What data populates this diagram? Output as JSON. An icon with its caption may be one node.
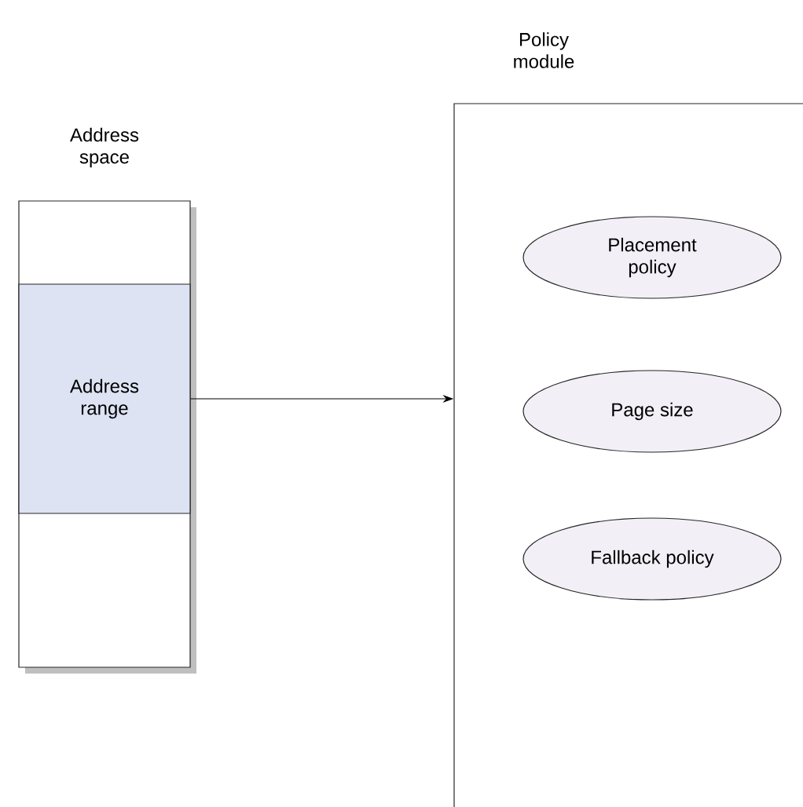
{
  "diagram": {
    "nodes": [
      {
        "text": [
          "Address space"
        ]
      },
      {
        "text": [
          "Address range"
        ],
        "in": 0
      },
      {
        "text": [
          "Policy module"
        ]
      },
      {
        "text": [
          "Placement policy"
        ],
        "in": 2
      },
      {
        "text": [
          "Page size"
        ],
        "in": 2
      },
      {
        "text": [
          "Fallback policy"
        ],
        "in": 2
      }
    ],
    "edges": [
      {
        "from": 1,
        "to": 2,
        "arrow": "to"
      }
    ]
  }
}
